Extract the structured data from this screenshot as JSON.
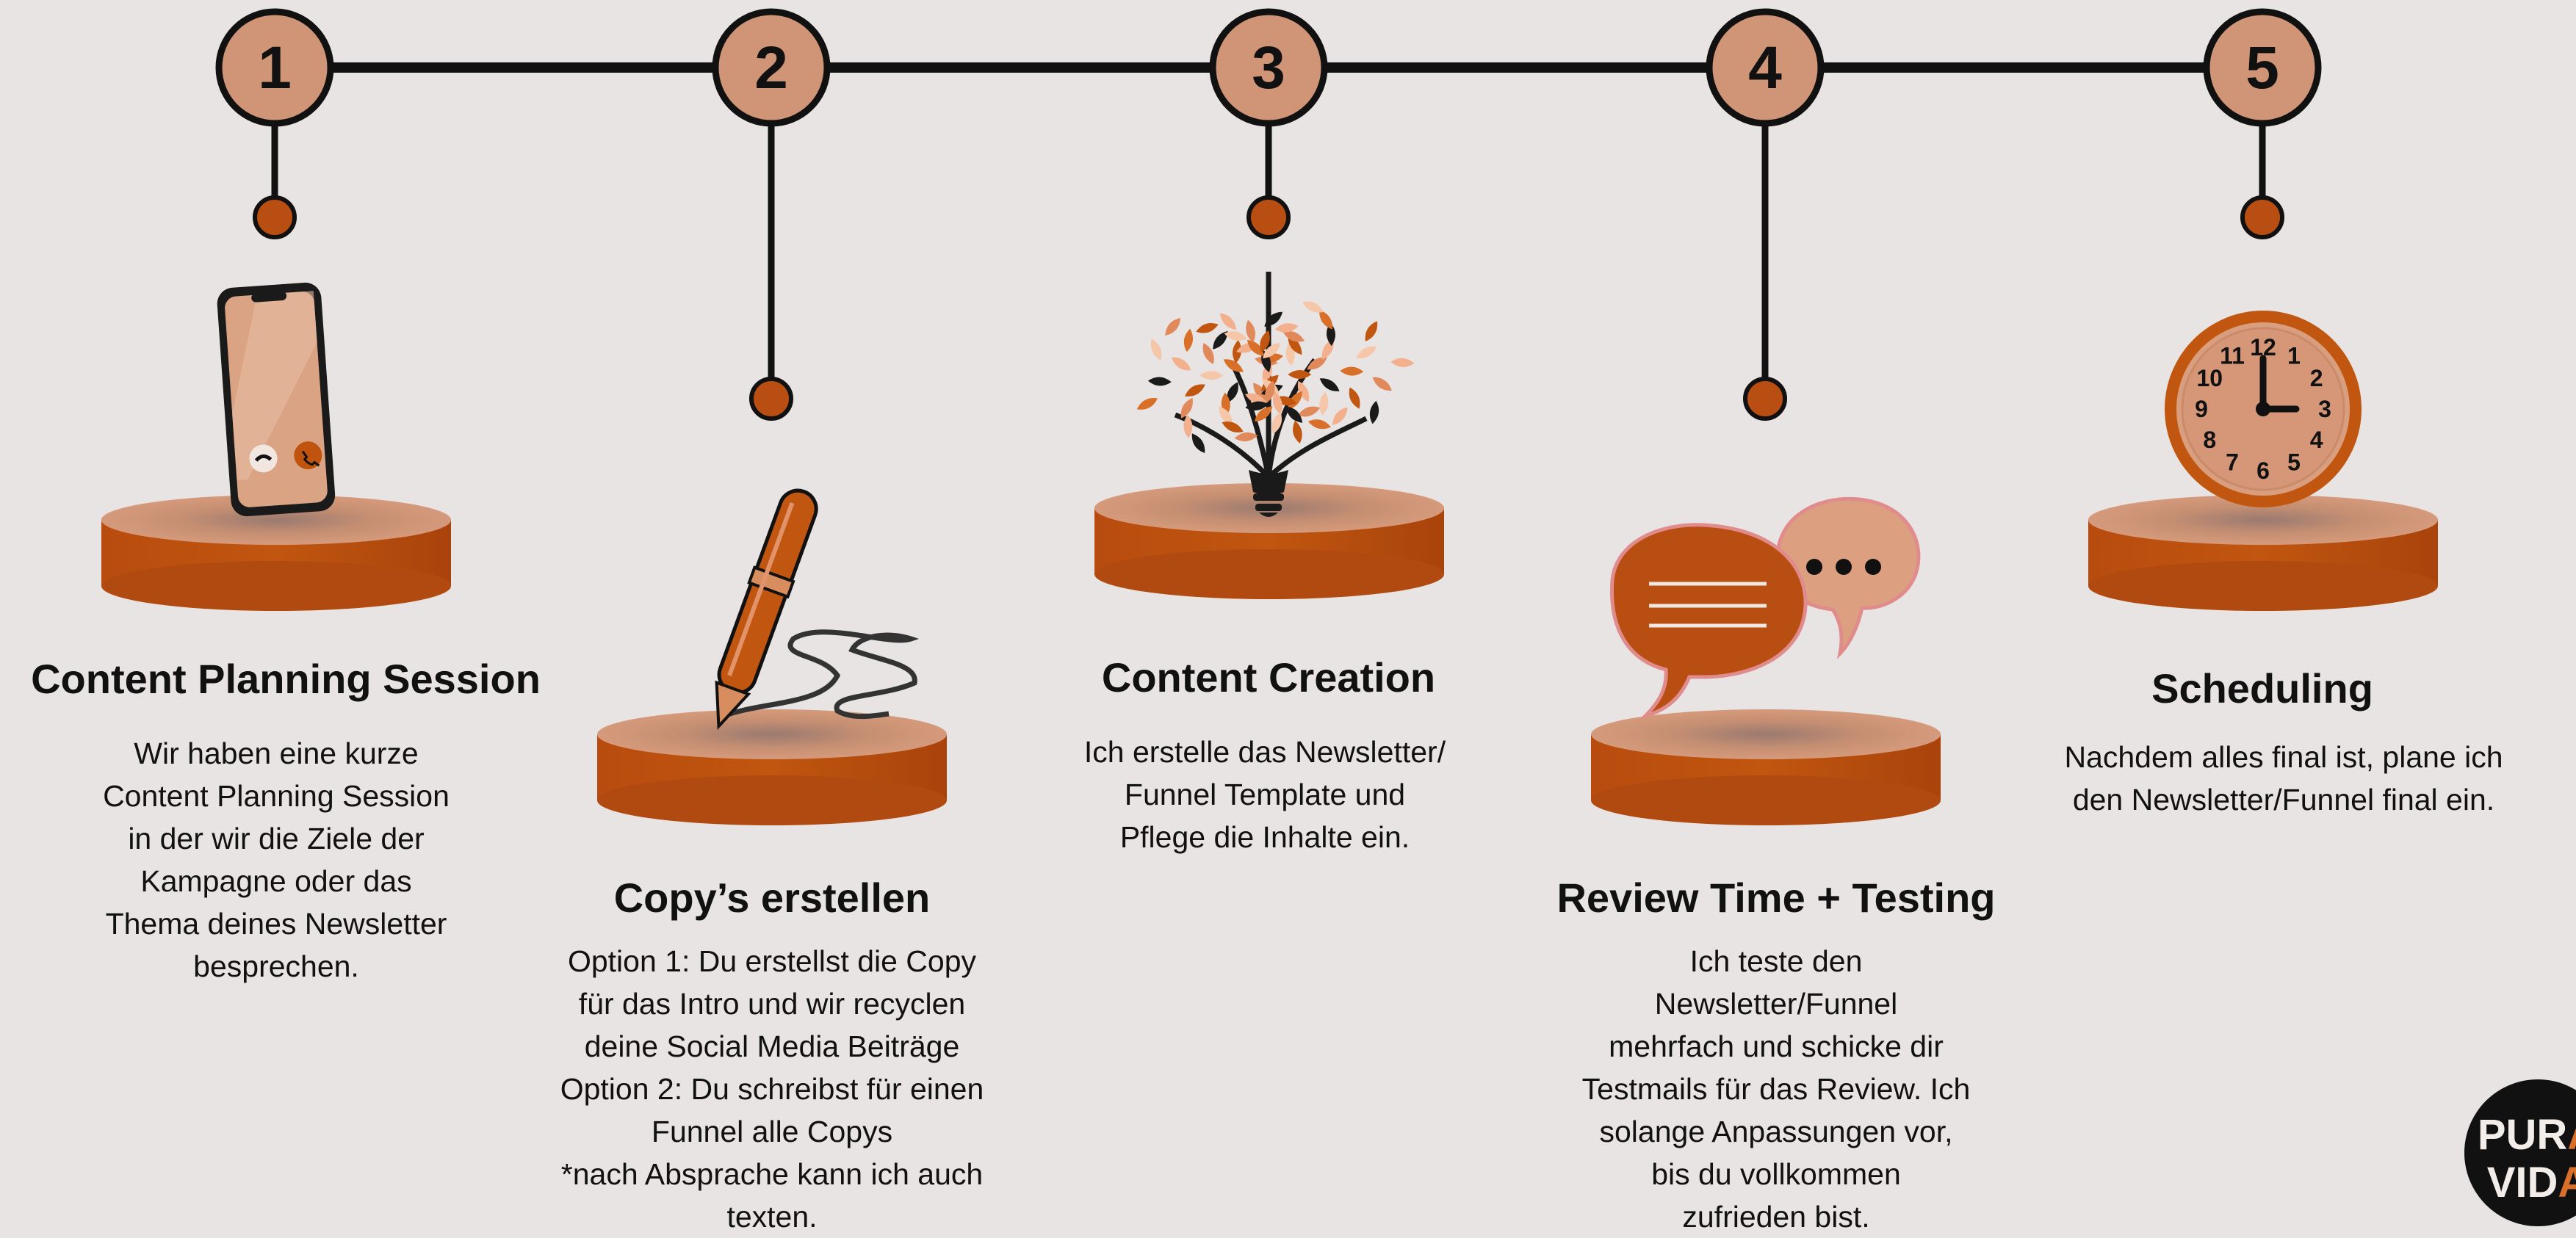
{
  "colors": {
    "background": "#e8e4e3",
    "step_circle": "#cf9576",
    "accent": "#b94e12",
    "pedestal_top": "#cf9576",
    "line": "#111111"
  },
  "steps": [
    {
      "number": "1",
      "title": "Content Planning Session",
      "icon": "smartphone-icon",
      "description": [
        "Wir haben eine kurze",
        "Content Planning Session",
        "in der wir die Ziele der",
        "Kampagne oder das",
        "Thema deines Newsletter",
        "besprechen."
      ]
    },
    {
      "number": "2",
      "title": "Copy’s erstellen",
      "icon": "pen-icon",
      "description": [
        "Option 1: Du erstellst die Copy",
        "für das Intro und wir recyclen",
        "deine Social Media Beiträge",
        "Option 2: Du schreibst für einen",
        "Funnel alle Copys",
        "*nach Absprache kann ich auch",
        "texten."
      ]
    },
    {
      "number": "3",
      "title": "Content Creation",
      "icon": "idea-tree-bulb-icon",
      "description": [
        "Ich erstelle das Newsletter/",
        "Funnel Template und",
        "Pflege die Inhalte ein."
      ]
    },
    {
      "number": "4",
      "title": "Review Time + Testing",
      "icon": "chat-bubbles-icon",
      "description": [
        "Ich teste den",
        "Newsletter/Funnel",
        "mehrfach und schicke dir",
        "Testmails für das Review. Ich",
        "solange Anpassungen vor,",
        "bis du vollkommen",
        "zufrieden bist."
      ]
    },
    {
      "number": "5",
      "title": "Scheduling",
      "icon": "clock-icon",
      "description": [
        "Nachdem alles final ist, plane ich",
        "den Newsletter/Funnel final ein."
      ]
    }
  ],
  "clock_numbers": [
    "12",
    "1",
    "2",
    "3",
    "4",
    "5",
    "6",
    "7",
    "8",
    "9",
    "10",
    "11"
  ],
  "logo": {
    "line1_a": "PUR",
    "line1_b": "A",
    "line2_a": "VID",
    "line2_b": "A"
  }
}
